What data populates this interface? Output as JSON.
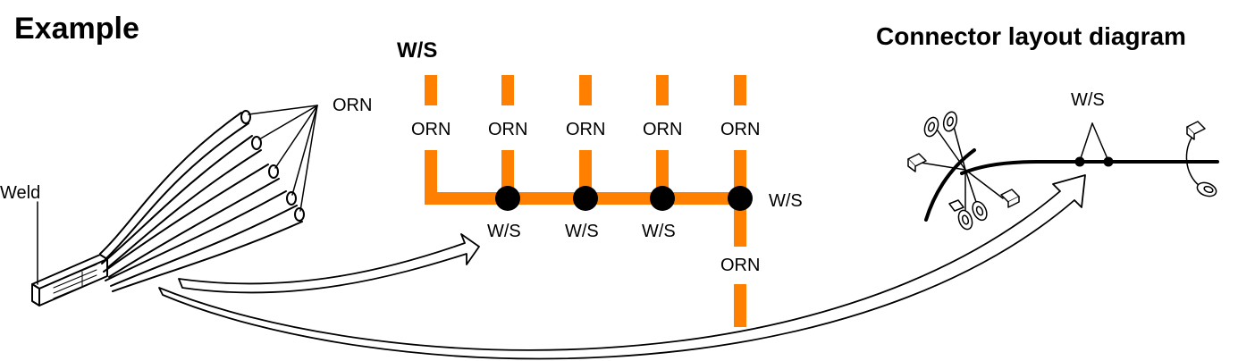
{
  "titles": {
    "example": "Example",
    "ws_heading": "W/S",
    "connector_layout": "Connector layout diagram"
  },
  "bundle": {
    "weld_label": "Weld",
    "wire_label": "ORN"
  },
  "schematic": {
    "branch_labels": [
      "ORN",
      "ORN",
      "ORN",
      "ORN",
      "ORN"
    ],
    "splice_labels": [
      "W/S",
      "W/S",
      "W/S"
    ],
    "end_splice_label": "W/S",
    "bottom_label": "ORN"
  },
  "layout": {
    "splice_label": "W/S"
  },
  "colors": {
    "wire": "#ff8000",
    "ink": "#000000",
    "paper": "#ffffff"
  }
}
